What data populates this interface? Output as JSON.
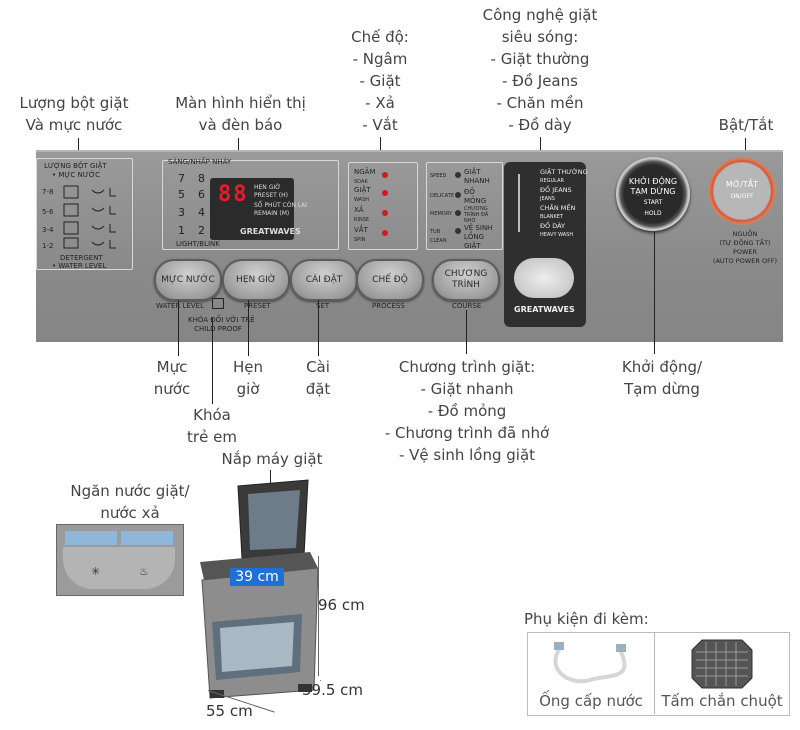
{
  "annotations": {
    "detergent": [
      "Lượng bột giặt",
      "Và mực nước"
    ],
    "display": [
      "Màn hình hiển thị",
      "và đèn báo"
    ],
    "process": [
      "Chế độ:",
      "- Ngâm",
      "- Giặt",
      "- Xả",
      "- Vắt"
    ],
    "greatwaves": [
      "Công nghệ giặt",
      "siêu sóng:",
      "- Giặt thường",
      "- Đồ Jeans",
      "- Chăn mền",
      "- Đồ dày"
    ],
    "power": [
      "Bật/Tắt"
    ],
    "water_level": [
      "Mực",
      "nước"
    ],
    "child_lock": [
      "Khóa",
      "trẻ em"
    ],
    "preset": [
      "Hẹn",
      "giờ"
    ],
    "set": [
      "Cài",
      "đặt"
    ],
    "course": [
      "Chương trình giặt:",
      "- Giặt nhanh",
      "- Đồ mỏng",
      "- Chương trình đã nhớ",
      "- Vệ sinh lồng giặt"
    ],
    "start": [
      "Khởi động/",
      "Tạm dừng"
    ],
    "lid": [
      "Nắp máy giặt"
    ],
    "dispenser": [
      "Ngăn nước giặt/",
      "nước xả"
    ]
  },
  "panel": {
    "level_title": "LƯỢNG BỘT GIẶT",
    "level_sub": "• MỰC NƯỚC",
    "levels": [
      "7-8",
      "5-6",
      "3-4",
      "1-2"
    ],
    "level_foot": "DETERGENT",
    "level_foot2": "• WATER LEVEL",
    "light_title": "SÁNG/NHẤP NHÁY",
    "numbers": [
      "7",
      "8",
      "5",
      "6",
      "3",
      "4",
      "1",
      "2"
    ],
    "light_foot": "LIGHT/BLINK",
    "digits": "88",
    "preset_line1": "HẸN GIỜ",
    "preset_line2": "PRESET (H)",
    "remain_line1": "SỐ PHÚT CÒN LẠI",
    "remain_line2": "REMAIN (M)",
    "brand": "GREATWAVES",
    "process_items": [
      {
        "vi": "NGÂM",
        "en": "SOAK"
      },
      {
        "vi": "GIẶT",
        "en": "WASH"
      },
      {
        "vi": "XẢ",
        "en": "RINSE"
      },
      {
        "vi": "VẮT",
        "en": "SPIN"
      }
    ],
    "course_left": [
      "SPEED",
      "DELICATE",
      "MEMORY",
      "TUB CLEAN"
    ],
    "course_right": [
      "GIẶT NHANH",
      "ĐỒ MỎNG",
      "CHƯƠNG TRÌNH ĐÃ NHỚ",
      "VỆ SINH LỒNG GIẶT"
    ],
    "gw_items": [
      {
        "vi": "GIẶT THƯỜNG",
        "en": "REGULAR"
      },
      {
        "vi": "ĐỒ JEANS",
        "en": "JEANS"
      },
      {
        "vi": "CHĂN MỀN",
        "en": "BLANKET"
      },
      {
        "vi": "ĐỒ DÀY",
        "en": "HEAVY WASH"
      }
    ],
    "buttons": {
      "water": "MỰC NƯỚC",
      "preset": "HẸN GIỜ",
      "set": "CÀI ĐẶT",
      "process": "CHẾ ĐỘ",
      "course": "CHƯƠNG TRÌNH"
    },
    "button_labels": {
      "water": "WATER LEVEL",
      "preset": "PRESET",
      "set": "SET",
      "process": "PROCESS",
      "course": "COURSE",
      "child": "KHÓA ĐỐI VỚI TRẺ",
      "child_en": "CHILD PROOF"
    },
    "start": {
      "vi1": "KHỞI ĐỘNG",
      "vi2": "TẠM DỪNG",
      "en1": "START",
      "en2": "HOLD"
    },
    "power": {
      "vi": "MỞ/TẮT",
      "en": "ON/OFF",
      "caption1": "NGUỒN",
      "caption2": "(TỰ ĐỘNG TẮT)",
      "caption3": "POWER",
      "caption4": "(AUTO POWER OFF)"
    }
  },
  "dimensions": {
    "width_top": "39 cm",
    "height": "96 cm",
    "depth": "59.5 cm",
    "width": "55 cm"
  },
  "accessories": {
    "title": "Phụ kiện đi kèm:",
    "items": [
      "Ống cấp nước",
      "Tấm chắn chuột"
    ]
  },
  "colors": {
    "accent_blue": "#1f6fd6",
    "led_red": "#d11a1a",
    "power_ring": "#e8723f"
  }
}
